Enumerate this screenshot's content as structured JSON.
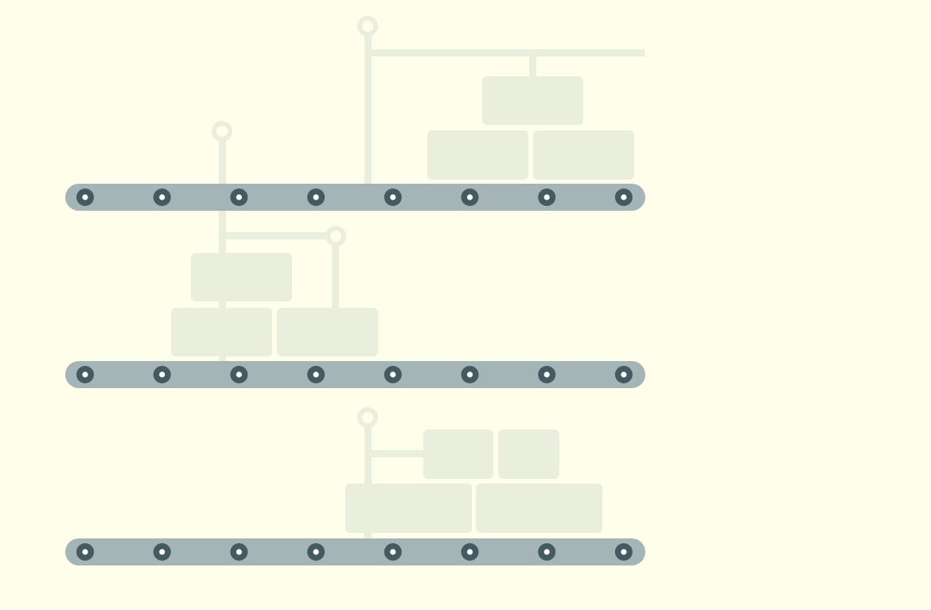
{
  "colors": {
    "background": "#fffeea",
    "belt": "#a5b4b6",
    "roller": "#455a60",
    "roller_hub": "#ffffff",
    "machinery": "#eaeedc",
    "box": "#eaeedc"
  },
  "icons": {
    "belt": "conveyor-belt-icon",
    "roller": "roller-icon",
    "box": "box-icon",
    "pipe": "pipe-icon",
    "valve": "valve-ring-icon"
  },
  "conveyors": [
    {
      "name": "conveyor-top",
      "roller_count": 8
    },
    {
      "name": "conveyor-middle",
      "roller_count": 8
    },
    {
      "name": "conveyor-bottom",
      "roller_count": 8
    }
  ]
}
